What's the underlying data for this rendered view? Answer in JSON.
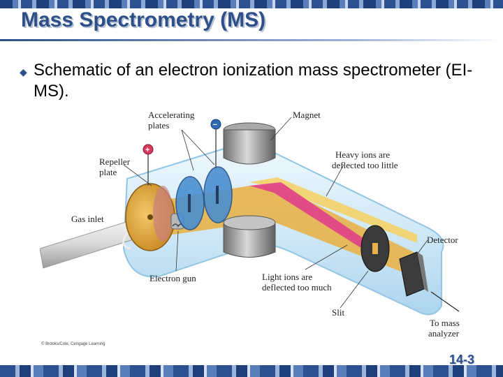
{
  "title": "Mass Spectrometry (MS)",
  "bullet": "Schematic of an electron ionization mass spectrometer (EI-MS).",
  "diagram": {
    "labels": {
      "accelerating_1": "Accelerating",
      "accelerating_2": "plates",
      "magnet": "Magnet",
      "repeller_1": "Repeller",
      "repeller_2": "plate",
      "heavy_1": "Heavy ions are",
      "heavy_2": "deflected too little",
      "gas_inlet": "Gas inlet",
      "detector": "Detector",
      "electron_gun": "Electron gun",
      "light_1": "Light ions are",
      "light_2": "deflected too much",
      "slit": "Slit",
      "to_mass_1": "To mass",
      "to_mass_2": "analyzer"
    },
    "signs": {
      "plus": "+",
      "minus": "−"
    },
    "credit": "© Brooks/Cole, Cengage Learning",
    "colors": {
      "tube": "#cfe8f7",
      "magnet": "#8f8f8f",
      "beam_main": "#e8b24a",
      "beam_heavy": "#f2d36f",
      "beam_light": "#e0408a"
    }
  },
  "page_number": "14-3"
}
